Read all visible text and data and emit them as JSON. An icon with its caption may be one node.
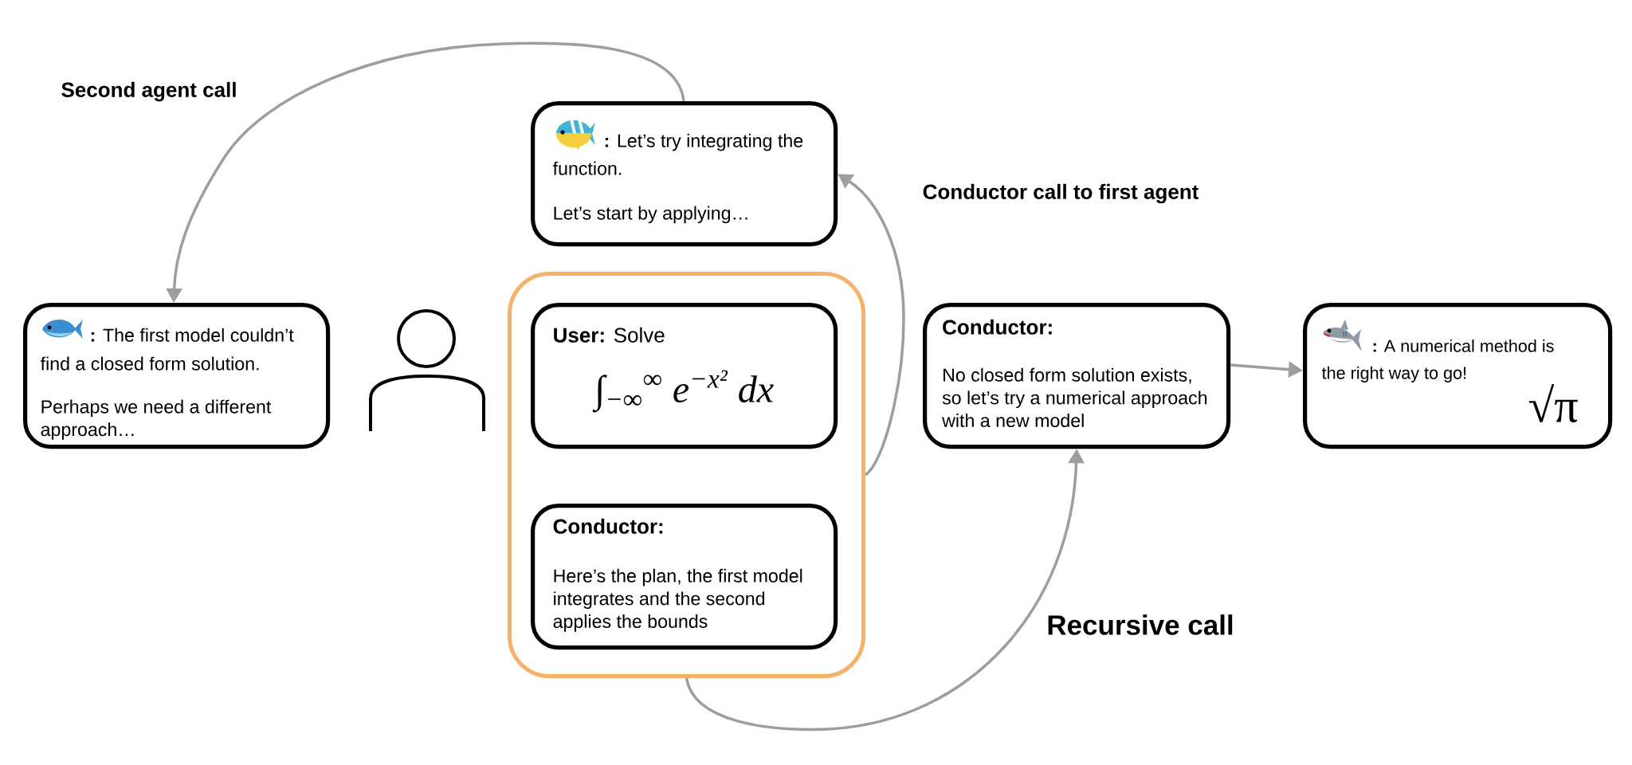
{
  "diagram": {
    "nodes": [
      {
        "text": [
          "**:** Let’s try integrating the function.",
          "Let’s start by applying…"
        ]
      },
      {
        "text": [
          "**:** The first model couldn’t find a closed form solution.",
          "Perhaps we need a different approach…"
        ]
      },
      {
        "text": [],
        "shape": "box"
      },
      {
        "text": [
          "**User:** Solve",
          "∫$_{−∞}$$^{∞}$ e$^{−x²}$ dx"
        ],
        "in": 2
      },
      {
        "text": [
          "Conductor:",
          "Here’s the plan, the first model integrates and the second applies the bounds"
        ],
        "in": 2
      },
      {
        "text": [
          "Conductor:",
          "No closed form solution exists, so let’s try a numerical approach with a new model"
        ]
      },
      {
        "text": [
          "**:** A numerical method is the right way to go!",
          "√π"
        ]
      }
    ],
    "edges": [
      {
        "from": 0,
        "to": 1,
        "arrow": "to",
        "label": "Second agent call"
      },
      {
        "from": 2,
        "to": 0,
        "arrow": "to",
        "label": "Conductor call to first agent"
      },
      {
        "from": 2,
        "to": 5,
        "arrow": "to",
        "label": "Recursive call"
      },
      {
        "from": 5,
        "to": 6,
        "arrow": "to"
      }
    ]
  }
}
